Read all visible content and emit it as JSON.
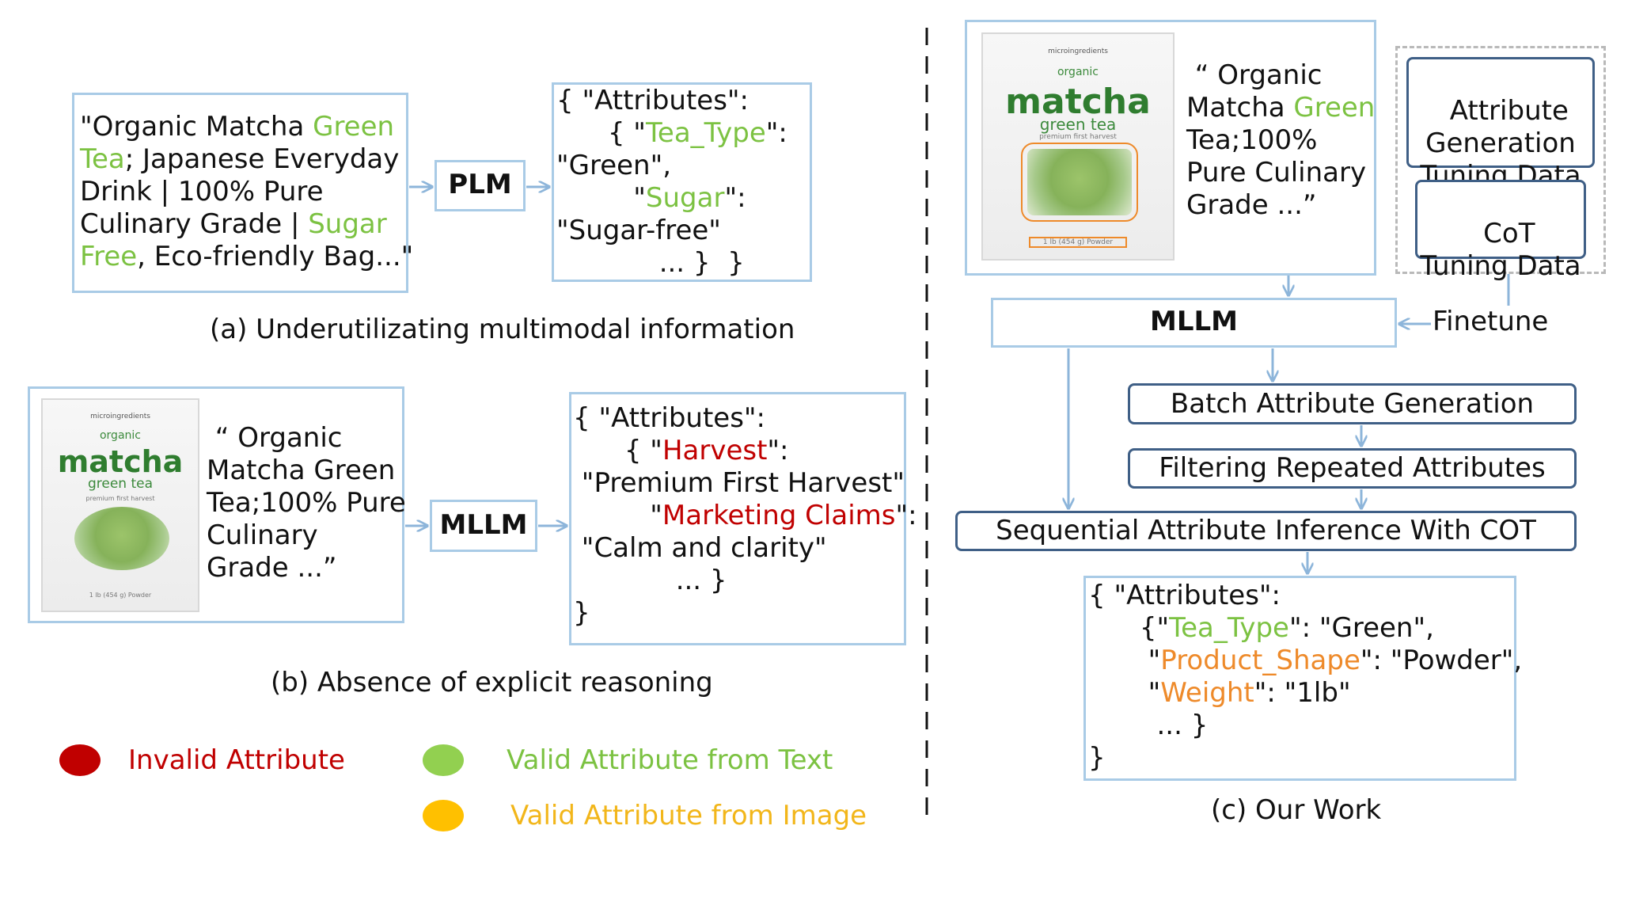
{
  "panel_a": {
    "input_lines": [
      [
        {
          "t": "\"Organic Matcha ",
          "c": ""
        },
        {
          "t": "Green",
          "c": "g"
        }
      ],
      [
        {
          "t": "Tea",
          "c": "g"
        },
        {
          "t": "; Japanese Everyday",
          "c": ""
        }
      ],
      [
        {
          "t": "Drink | 100% Pure",
          "c": ""
        }
      ],
      [
        {
          "t": "Culinary Grade | ",
          "c": ""
        },
        {
          "t": "Sugar",
          "c": "g"
        }
      ],
      [
        {
          "t": "Free",
          "c": "g"
        },
        {
          "t": ", Eco-friendly Bag...\"",
          "c": ""
        }
      ]
    ],
    "model": "PLM",
    "output_lines": [
      [
        {
          "t": "{ \"Attributes\":",
          "c": ""
        }
      ],
      [
        {
          "t": "      { \"",
          "c": ""
        },
        {
          "t": "Tea_Type",
          "c": "g"
        },
        {
          "t": "\":",
          "c": ""
        }
      ],
      [
        {
          "t": "\"Green\",",
          "c": ""
        }
      ],
      [
        {
          "t": "         \"",
          "c": ""
        },
        {
          "t": "Sugar",
          "c": "g"
        },
        {
          "t": "\":",
          "c": ""
        }
      ],
      [
        {
          "t": "\"Sugar-free\"",
          "c": ""
        }
      ],
      [
        {
          "t": "            ... }  }",
          "c": ""
        }
      ]
    ],
    "caption": "(a) Underutilizating multimodal information"
  },
  "panel_b": {
    "image_text": {
      "brand": "microingredients",
      "organic": "organic",
      "word": "matcha",
      "sub": "green tea",
      "harvest": "premium first harvest",
      "weight": "1 lb (454 g) Powder"
    },
    "input_lines": [
      [
        {
          "t": " “ Organic",
          "c": ""
        }
      ],
      [
        {
          "t": "Matcha Green",
          "c": ""
        }
      ],
      [
        {
          "t": "Tea;100% Pure",
          "c": ""
        }
      ],
      [
        {
          "t": "Culinary",
          "c": ""
        }
      ],
      [
        {
          "t": "Grade ...”",
          "c": ""
        }
      ]
    ],
    "model": "MLLM",
    "output_lines": [
      [
        {
          "t": "{ \"Attributes\":",
          "c": ""
        }
      ],
      [
        {
          "t": "      { \"",
          "c": ""
        },
        {
          "t": "Harvest",
          "c": "r"
        },
        {
          "t": "\":",
          "c": ""
        }
      ],
      [
        {
          "t": " \"Premium First Harvest\"",
          "c": ""
        }
      ],
      [
        {
          "t": "         \"",
          "c": ""
        },
        {
          "t": "Marketing Claims",
          "c": "r"
        },
        {
          "t": "\":",
          "c": ""
        }
      ],
      [
        {
          "t": " \"Calm and clarity\"",
          "c": ""
        }
      ],
      [
        {
          "t": "            ... }",
          "c": ""
        }
      ],
      [
        {
          "t": "}",
          "c": ""
        }
      ]
    ],
    "caption": "(b) Absence of explicit reasoning"
  },
  "legend": [
    {
      "label": "Invalid Attribute",
      "color": "#c00000"
    },
    {
      "label": "Valid Attribute from Text",
      "color": "#7cc242",
      "dot": "#92d050"
    },
    {
      "label": "Valid Attribute from Image",
      "color": "#f2b61a",
      "dot": "#ffc000"
    }
  ],
  "panel_c": {
    "image_text": {
      "brand": "microingredients",
      "organic": "organic",
      "word": "matcha",
      "sub": "green tea",
      "harvest": "premium first harvest",
      "weight": "1 lb (454 g) Powder"
    },
    "input_lines": [
      [
        {
          "t": " “ Organic",
          "c": ""
        }
      ],
      [
        {
          "t": "Matcha ",
          "c": ""
        },
        {
          "t": "Green",
          "c": "g"
        }
      ],
      [
        {
          "t": "Tea;100%",
          "c": ""
        }
      ],
      [
        {
          "t": "Pure Culinary",
          "c": ""
        }
      ],
      [
        {
          "t": "Grade ...”",
          "c": ""
        }
      ]
    ],
    "tuning_data": [
      "Attribute\nGeneration\nTuning Data",
      "CoT\nTuning Data"
    ],
    "finetune": "Finetune",
    "model": "MLLM",
    "steps": [
      "Batch Attribute Generation",
      "Filtering Repeated Attributes",
      "Sequential Attribute Inference With COT"
    ],
    "output_lines": [
      [
        {
          "t": "{ \"Attributes\":",
          "c": ""
        }
      ],
      [
        {
          "t": "      {\"",
          "c": ""
        },
        {
          "t": "Tea_Type",
          "c": "g"
        },
        {
          "t": "\": \"Green\",",
          "c": ""
        }
      ],
      [
        {
          "t": "       \"",
          "c": ""
        },
        {
          "t": "Product_Shape",
          "c": "o"
        },
        {
          "t": "\": \"Powder\",",
          "c": ""
        }
      ],
      [
        {
          "t": "       \"",
          "c": ""
        },
        {
          "t": "Weight",
          "c": "o"
        },
        {
          "t": "\": \"1lb\"",
          "c": ""
        }
      ],
      [
        {
          "t": "        ... }",
          "c": ""
        }
      ],
      [
        {
          "t": "}",
          "c": ""
        }
      ]
    ],
    "caption": "(c)  Our Work"
  },
  "colors": {
    "box_border": "#a9cbe6",
    "dark_border": "#3f5f86",
    "text_green": "#7cc242",
    "invalid_red": "#c00000",
    "image_orange": "#ee8a2a",
    "divider": "#111111"
  }
}
